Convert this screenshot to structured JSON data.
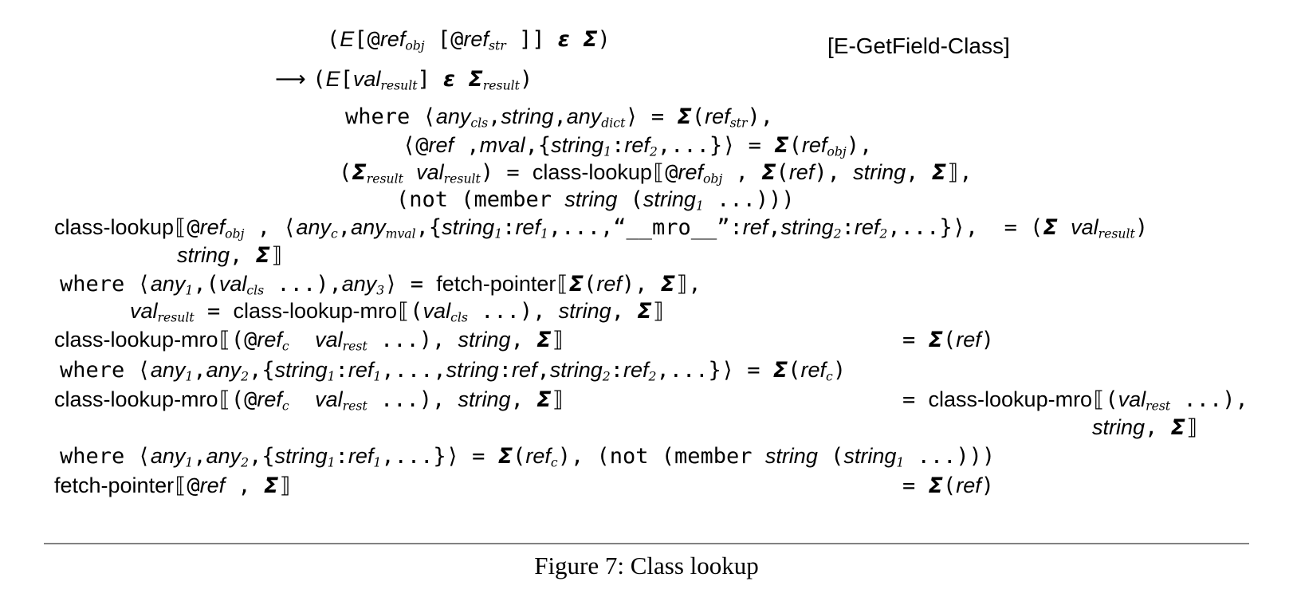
{
  "figure": {
    "caption": "Figure 7: Class lookup",
    "rule_label": "[E-GetField-Class]"
  },
  "lines": {
    "premise": [
      {
        "t": "(",
        "s": "p"
      },
      {
        "t": "E",
        "s": "v"
      },
      {
        "t": "[",
        "s": "p"
      },
      {
        "t": "@",
        "s": "p"
      },
      {
        "t": "ref",
        "s": "v",
        "sub": "obj"
      },
      {
        "t": " [",
        "s": "p"
      },
      {
        "t": "@",
        "s": "p"
      },
      {
        "t": "ref",
        "s": "v",
        "sub": "str"
      },
      {
        "t": " ]] ",
        "s": "p"
      },
      {
        "t": "ε",
        "s": "g"
      },
      {
        "t": " ",
        "s": "p"
      },
      {
        "t": "Σ",
        "s": "g"
      },
      {
        "t": ")",
        "s": "p"
      }
    ],
    "conclusion": [
      {
        "t": "⟶ ",
        "s": "a"
      },
      {
        "t": "(",
        "s": "p"
      },
      {
        "t": "E",
        "s": "v"
      },
      {
        "t": "[",
        "s": "p"
      },
      {
        "t": "val",
        "s": "v",
        "sub": "result"
      },
      {
        "t": "] ",
        "s": "p"
      },
      {
        "t": "ε",
        "s": "g"
      },
      {
        "t": " ",
        "s": "p"
      },
      {
        "t": "Σ",
        "s": "g",
        "sub": "result"
      },
      {
        "t": ")",
        "s": "p"
      }
    ],
    "where1": [
      {
        "t": "where ",
        "s": "k"
      },
      {
        "t": "⟨",
        "s": "p"
      },
      {
        "t": "any",
        "s": "v",
        "sub": "cls"
      },
      {
        "t": ",",
        "s": "p"
      },
      {
        "t": "string",
        "s": "v"
      },
      {
        "t": ",",
        "s": "p"
      },
      {
        "t": "any",
        "s": "v",
        "sub": "dict"
      },
      {
        "t": "⟩ = ",
        "s": "p"
      },
      {
        "t": "Σ",
        "s": "g"
      },
      {
        "t": "(",
        "s": "p"
      },
      {
        "t": "ref",
        "s": "v",
        "sub": "str"
      },
      {
        "t": "),",
        "s": "p"
      }
    ],
    "where2": [
      {
        "t": "⟨",
        "s": "p"
      },
      {
        "t": "@",
        "s": "p"
      },
      {
        "t": "ref",
        "s": "v"
      },
      {
        "t": " ,",
        "s": "p"
      },
      {
        "t": "mval",
        "s": "v"
      },
      {
        "t": ",{",
        "s": "p"
      },
      {
        "t": "string",
        "s": "v",
        "sub": "1"
      },
      {
        "t": ":",
        "s": "p"
      },
      {
        "t": "ref",
        "s": "v",
        "sub": "2"
      },
      {
        "t": ",...}⟩ = ",
        "s": "p"
      },
      {
        "t": "Σ",
        "s": "g"
      },
      {
        "t": "(",
        "s": "p"
      },
      {
        "t": "ref",
        "s": "v",
        "sub": "obj"
      },
      {
        "t": "),",
        "s": "p"
      }
    ],
    "where3": [
      {
        "t": "(",
        "s": "p"
      },
      {
        "t": "Σ",
        "s": "g",
        "sub": "result"
      },
      {
        "t": " ",
        "s": "p"
      },
      {
        "t": "val",
        "s": "v",
        "sub": "result"
      },
      {
        "t": ") = ",
        "s": "p"
      },
      {
        "t": "class-lookup",
        "s": "f"
      },
      {
        "t": "⟦",
        "s": "p"
      },
      {
        "t": "@",
        "s": "p"
      },
      {
        "t": "ref",
        "s": "v",
        "sub": "obj"
      },
      {
        "t": " , ",
        "s": "p"
      },
      {
        "t": "Σ",
        "s": "g"
      },
      {
        "t": "(",
        "s": "p"
      },
      {
        "t": "ref",
        "s": "v"
      },
      {
        "t": "), ",
        "s": "p"
      },
      {
        "t": "string",
        "s": "v"
      },
      {
        "t": ", ",
        "s": "p"
      },
      {
        "t": "Σ",
        "s": "g"
      },
      {
        "t": "⟧,",
        "s": "p"
      }
    ],
    "where4": [
      {
        "t": "(not (member ",
        "s": "k"
      },
      {
        "t": "string",
        "s": "v"
      },
      {
        "t": " (",
        "s": "k"
      },
      {
        "t": "string",
        "s": "v",
        "sub": "1"
      },
      {
        "t": " ...)))",
        "s": "k"
      }
    ],
    "cl_head": [
      {
        "t": "class-lookup",
        "s": "f"
      },
      {
        "t": "⟦",
        "s": "p"
      },
      {
        "t": "@",
        "s": "p"
      },
      {
        "t": "ref",
        "s": "v",
        "sub": "obj"
      },
      {
        "t": " , ⟨",
        "s": "p"
      },
      {
        "t": "any",
        "s": "v",
        "sub": "c"
      },
      {
        "t": ",",
        "s": "p"
      },
      {
        "t": "any",
        "s": "v",
        "sub": "mval"
      },
      {
        "t": ",{",
        "s": "p"
      },
      {
        "t": "string",
        "s": "v",
        "sub": "1"
      },
      {
        "t": ":",
        "s": "p"
      },
      {
        "t": "ref",
        "s": "v",
        "sub": "1"
      },
      {
        "t": ",...,",
        "s": "p"
      },
      {
        "t": "“",
        "s": "p"
      },
      {
        "t": "__mro__",
        "s": "k"
      },
      {
        "t": "”",
        "s": "p"
      },
      {
        "t": ":",
        "s": "p"
      },
      {
        "t": "ref",
        "s": "v"
      },
      {
        "t": ",",
        "s": "p"
      },
      {
        "t": "string",
        "s": "v",
        "sub": "2"
      },
      {
        "t": ":",
        "s": "p"
      },
      {
        "t": "ref",
        "s": "v",
        "sub": "2"
      },
      {
        "t": ",...}⟩, ",
        "s": "p"
      },
      {
        "t": " = (",
        "s": "p"
      },
      {
        "t": "Σ",
        "s": "g"
      },
      {
        "t": " ",
        "s": "p"
      },
      {
        "t": "val",
        "s": "v",
        "sub": "result"
      },
      {
        "t": ")",
        "s": "p"
      }
    ],
    "cl_head2": [
      {
        "t": "string",
        "s": "v"
      },
      {
        "t": ", ",
        "s": "p"
      },
      {
        "t": "Σ",
        "s": "g"
      },
      {
        "t": "⟧",
        "s": "p"
      }
    ],
    "cl_where1": [
      {
        "t": "where ",
        "s": "k"
      },
      {
        "t": "⟨",
        "s": "p"
      },
      {
        "t": "any",
        "s": "v",
        "sub": "1"
      },
      {
        "t": ",(",
        "s": "p"
      },
      {
        "t": "val",
        "s": "v",
        "sub": "cls"
      },
      {
        "t": " ...),",
        "s": "p"
      },
      {
        "t": "any",
        "s": "v",
        "sub": "3"
      },
      {
        "t": "⟩ = ",
        "s": "p"
      },
      {
        "t": "fetch-pointer",
        "s": "f"
      },
      {
        "t": "⟦",
        "s": "p"
      },
      {
        "t": "Σ",
        "s": "g"
      },
      {
        "t": "(",
        "s": "p"
      },
      {
        "t": "ref",
        "s": "v"
      },
      {
        "t": "), ",
        "s": "p"
      },
      {
        "t": "Σ",
        "s": "g"
      },
      {
        "t": "⟧,",
        "s": "p"
      }
    ],
    "cl_where2": [
      {
        "t": "val",
        "s": "v",
        "sub": "result"
      },
      {
        "t": " = ",
        "s": "p"
      },
      {
        "t": "class-lookup-mro",
        "s": "f"
      },
      {
        "t": "⟦(",
        "s": "p"
      },
      {
        "t": "val",
        "s": "v",
        "sub": "cls"
      },
      {
        "t": " ...), ",
        "s": "p"
      },
      {
        "t": "string",
        "s": "v"
      },
      {
        "t": ", ",
        "s": "p"
      },
      {
        "t": "Σ",
        "s": "g"
      },
      {
        "t": "⟧",
        "s": "p"
      }
    ],
    "mro1_left": [
      {
        "t": "class-lookup-mro",
        "s": "f"
      },
      {
        "t": "⟦(",
        "s": "p"
      },
      {
        "t": "@",
        "s": "p"
      },
      {
        "t": "ref",
        "s": "v",
        "sub": "c"
      },
      {
        "t": "  ",
        "s": "p"
      },
      {
        "t": "val",
        "s": "v",
        "sub": "rest"
      },
      {
        "t": " ...), ",
        "s": "p"
      },
      {
        "t": "string",
        "s": "v"
      },
      {
        "t": ", ",
        "s": "p"
      },
      {
        "t": "Σ",
        "s": "g"
      },
      {
        "t": "⟧",
        "s": "p"
      }
    ],
    "mro1_right": [
      {
        "t": "= ",
        "s": "p"
      },
      {
        "t": "Σ",
        "s": "g"
      },
      {
        "t": "(",
        "s": "p"
      },
      {
        "t": "ref",
        "s": "v"
      },
      {
        "t": ")",
        "s": "p"
      }
    ],
    "mro1_where": [
      {
        "t": "where ",
        "s": "k"
      },
      {
        "t": "⟨",
        "s": "p"
      },
      {
        "t": "any",
        "s": "v",
        "sub": "1"
      },
      {
        "t": ",",
        "s": "p"
      },
      {
        "t": "any",
        "s": "v",
        "sub": "2"
      },
      {
        "t": ",{",
        "s": "p"
      },
      {
        "t": "string",
        "s": "v",
        "sub": "1"
      },
      {
        "t": ":",
        "s": "p"
      },
      {
        "t": "ref",
        "s": "v",
        "sub": "1"
      },
      {
        "t": ",...,",
        "s": "p"
      },
      {
        "t": "string",
        "s": "v"
      },
      {
        "t": ":",
        "s": "p"
      },
      {
        "t": "ref",
        "s": "v"
      },
      {
        "t": ",",
        "s": "p"
      },
      {
        "t": "string",
        "s": "v",
        "sub": "2"
      },
      {
        "t": ":",
        "s": "p"
      },
      {
        "t": "ref",
        "s": "v",
        "sub": "2"
      },
      {
        "t": ",...}⟩ = ",
        "s": "p"
      },
      {
        "t": "Σ",
        "s": "g"
      },
      {
        "t": "(",
        "s": "p"
      },
      {
        "t": "ref",
        "s": "v",
        "sub": "c"
      },
      {
        "t": ")",
        "s": "p"
      }
    ],
    "mro2_left": [
      {
        "t": "class-lookup-mro",
        "s": "f"
      },
      {
        "t": "⟦(",
        "s": "p"
      },
      {
        "t": "@",
        "s": "p"
      },
      {
        "t": "ref",
        "s": "v",
        "sub": "c"
      },
      {
        "t": "  ",
        "s": "p"
      },
      {
        "t": "val",
        "s": "v",
        "sub": "rest"
      },
      {
        "t": " ...), ",
        "s": "p"
      },
      {
        "t": "string",
        "s": "v"
      },
      {
        "t": ", ",
        "s": "p"
      },
      {
        "t": "Σ",
        "s": "g"
      },
      {
        "t": "⟧",
        "s": "p"
      }
    ],
    "mro2_right": [
      {
        "t": "= ",
        "s": "p"
      },
      {
        "t": "class-lookup-mro",
        "s": "f"
      },
      {
        "t": "⟦(",
        "s": "p"
      },
      {
        "t": "val",
        "s": "v",
        "sub": "rest"
      },
      {
        "t": " ...),",
        "s": "p"
      }
    ],
    "mro2_right2": [
      {
        "t": "string",
        "s": "v"
      },
      {
        "t": ", ",
        "s": "p"
      },
      {
        "t": "Σ",
        "s": "g"
      },
      {
        "t": "⟧",
        "s": "p"
      }
    ],
    "mro2_where": [
      {
        "t": "where ",
        "s": "k"
      },
      {
        "t": "⟨",
        "s": "p"
      },
      {
        "t": "any",
        "s": "v",
        "sub": "1"
      },
      {
        "t": ",",
        "s": "p"
      },
      {
        "t": "any",
        "s": "v",
        "sub": "2"
      },
      {
        "t": ",{",
        "s": "p"
      },
      {
        "t": "string",
        "s": "v",
        "sub": "1"
      },
      {
        "t": ":",
        "s": "p"
      },
      {
        "t": "ref",
        "s": "v",
        "sub": "1"
      },
      {
        "t": ",...}⟩ = ",
        "s": "p"
      },
      {
        "t": "Σ",
        "s": "g"
      },
      {
        "t": "(",
        "s": "p"
      },
      {
        "t": "ref",
        "s": "v",
        "sub": "c"
      },
      {
        "t": "), ",
        "s": "p"
      },
      {
        "t": "(not (member ",
        "s": "k"
      },
      {
        "t": "string",
        "s": "v"
      },
      {
        "t": " (",
        "s": "k"
      },
      {
        "t": "string",
        "s": "v",
        "sub": "1"
      },
      {
        "t": " ...)))",
        "s": "k"
      }
    ],
    "fetch_left": [
      {
        "t": "fetch-pointer",
        "s": "f"
      },
      {
        "t": "⟦",
        "s": "p"
      },
      {
        "t": "@",
        "s": "p"
      },
      {
        "t": "ref",
        "s": "v"
      },
      {
        "t": " , ",
        "s": "p"
      },
      {
        "t": "Σ",
        "s": "g"
      },
      {
        "t": "⟧",
        "s": "p"
      }
    ],
    "fetch_right": [
      {
        "t": "= ",
        "s": "p"
      },
      {
        "t": "Σ",
        "s": "g"
      },
      {
        "t": "(",
        "s": "p"
      },
      {
        "t": "ref",
        "s": "v"
      },
      {
        "t": ")",
        "s": "p"
      }
    ]
  }
}
